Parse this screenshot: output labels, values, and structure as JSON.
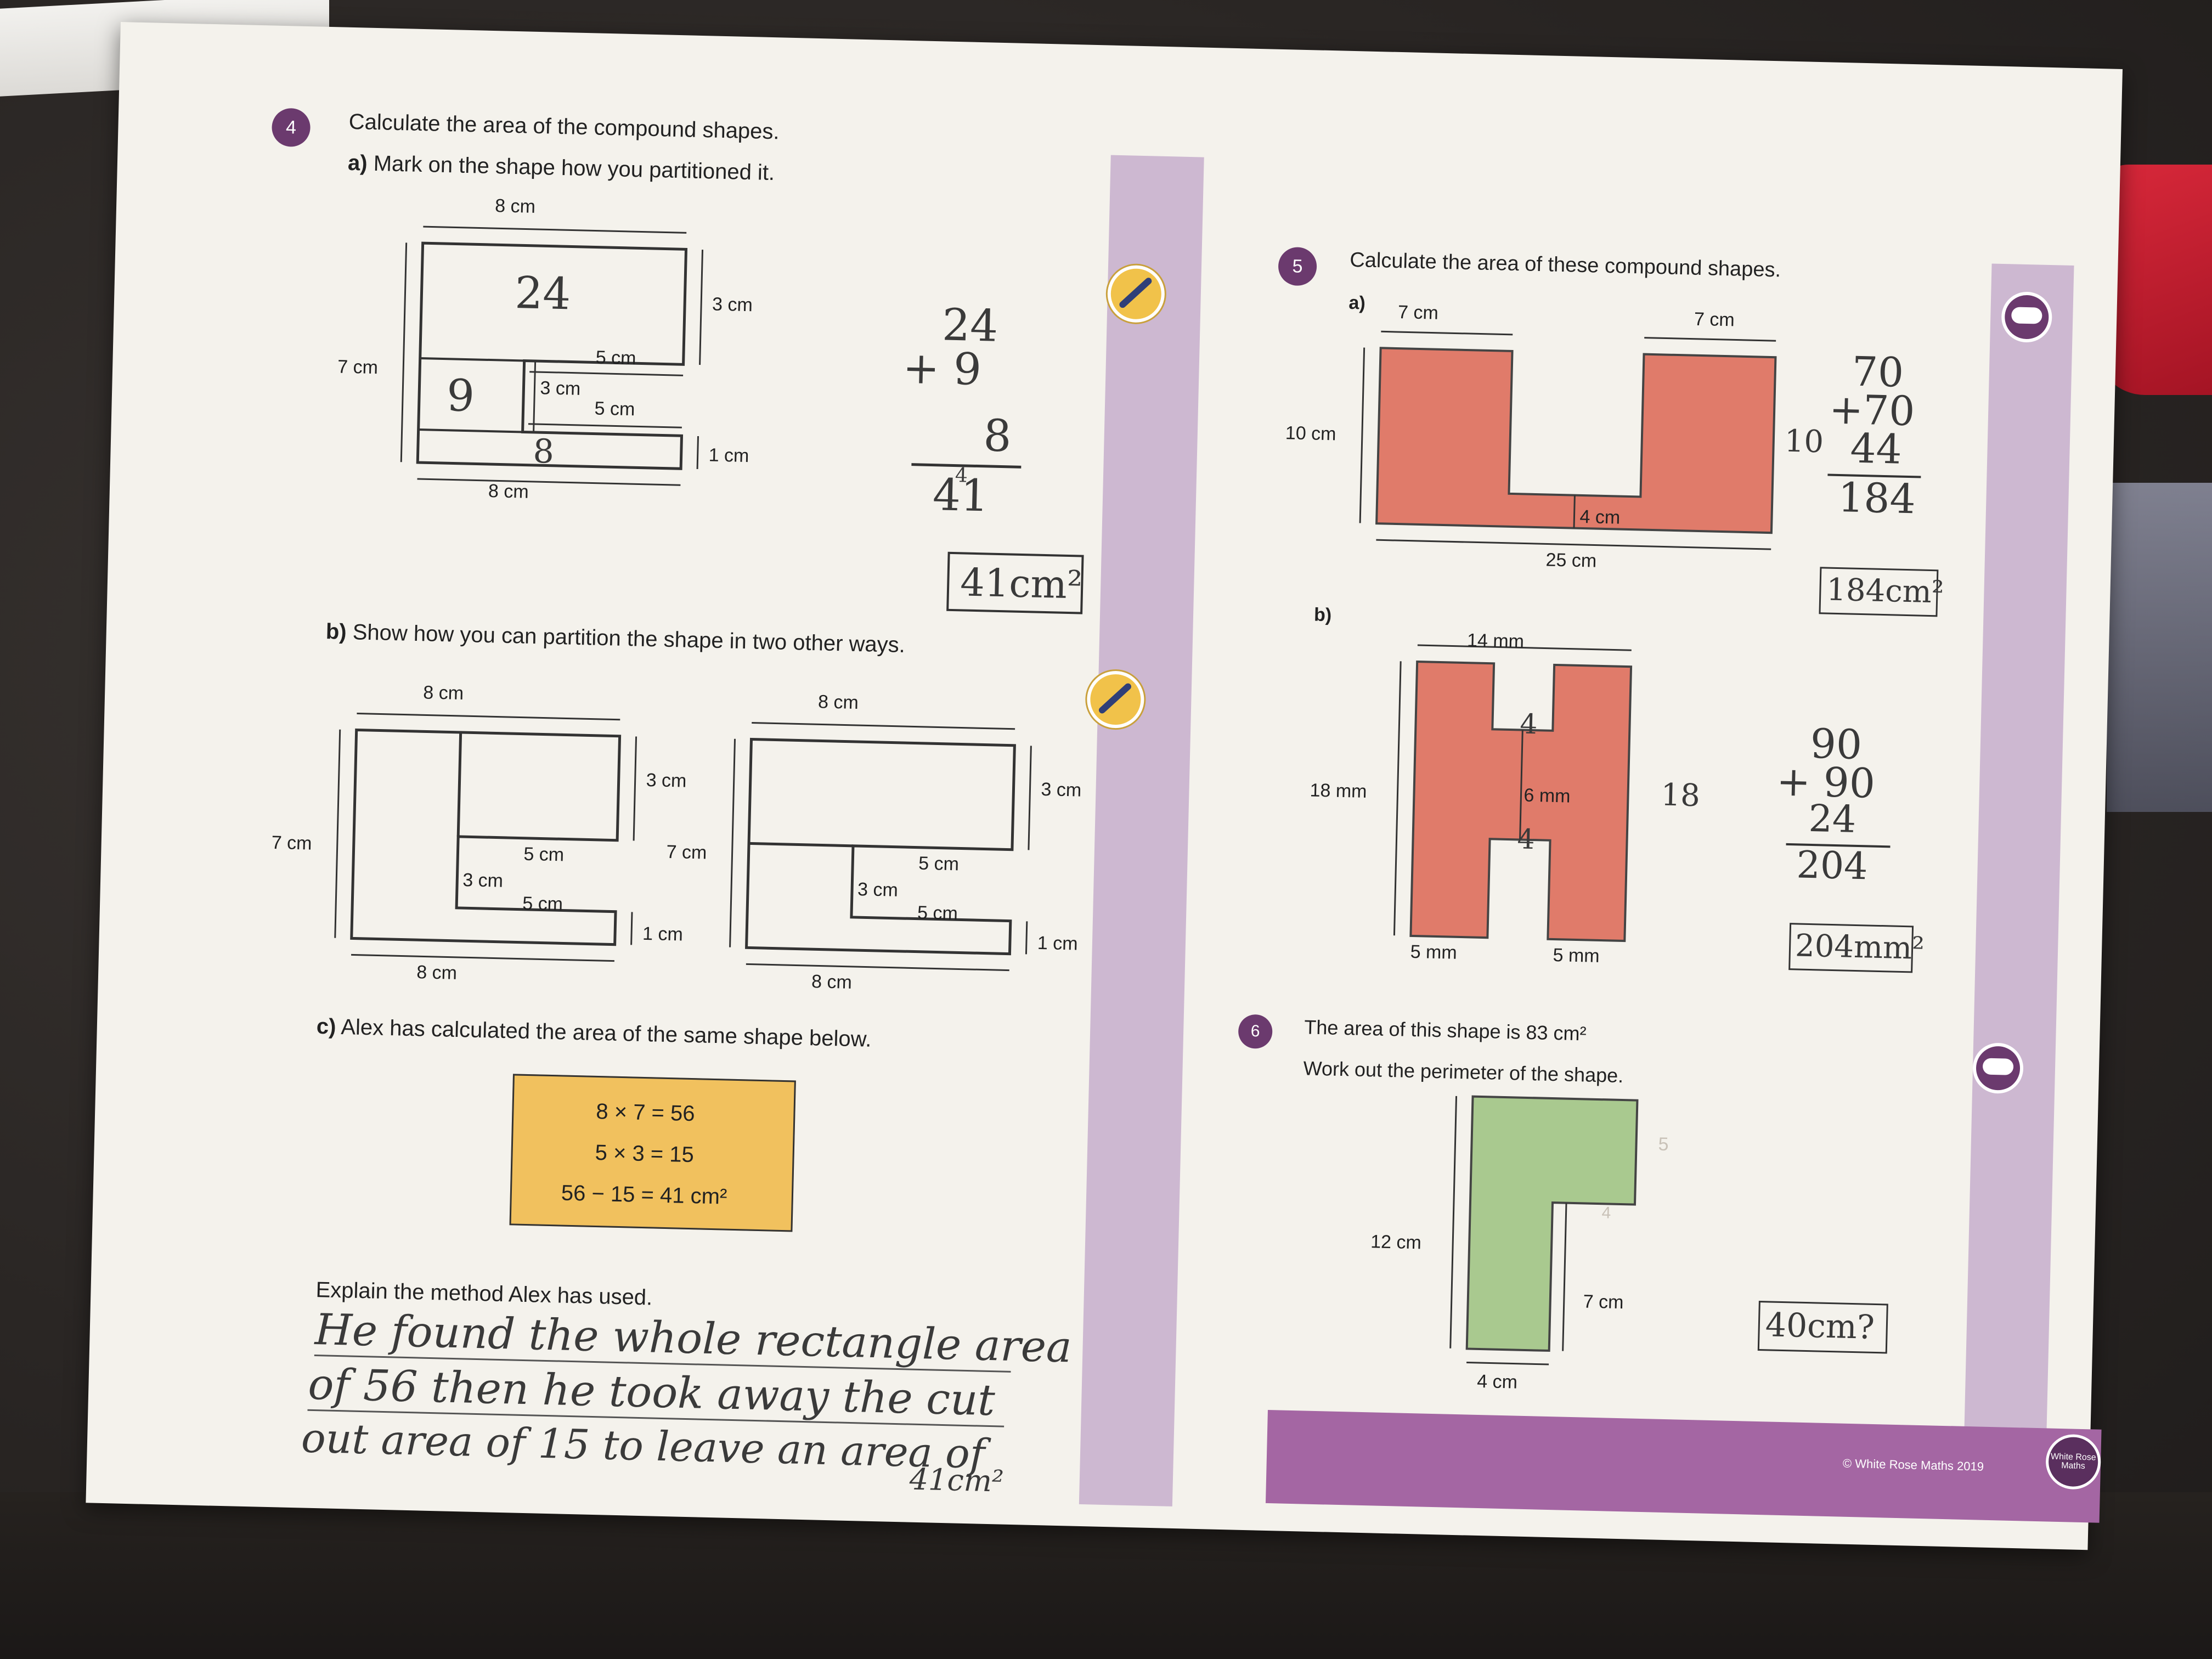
{
  "worksheet": {
    "q4": {
      "number": "4",
      "title": "Calculate the area of the compound shapes.",
      "part_a": {
        "prefix": "a)",
        "text": "Mark on the shape how you partitioned it."
      },
      "shape_a_labels": {
        "top": "8 cm",
        "left": "7 cm",
        "right_top": "3 cm",
        "inner_top": "5 cm",
        "inner_left": "3 cm",
        "inner_bottom": "5 cm",
        "right_bottom": "1 cm",
        "bottom": "8 cm"
      },
      "shape_a_marks": {
        "top_area": "24",
        "left_area": "9",
        "bottom_area": "8"
      },
      "working_a": {
        "l1": "24",
        "l2": "+ 9",
        "l3": "8",
        "l4": "41",
        "carry": "4"
      },
      "answer_a": "41cm²",
      "part_b": {
        "prefix": "b)",
        "text": "Show how you can partition the shape in two other ways."
      },
      "shape_b1_labels": {
        "top": "8 cm",
        "left": "7 cm",
        "right_top": "3 cm",
        "inner_top": "5 cm",
        "inner_left": "3 cm",
        "inner_bottom": "5 cm",
        "right_bottom": "1 cm",
        "bottom": "8 cm"
      },
      "shape_b2_labels": {
        "top": "8 cm",
        "left": "7 cm",
        "right_top": "3 cm",
        "inner_top": "5 cm",
        "inner_left": "3 cm",
        "inner_bottom": "5 cm",
        "right_bottom": "1 cm",
        "bottom": "8 cm"
      },
      "part_c": {
        "prefix": "c)",
        "text": "Alex has calculated the area of the same shape below."
      },
      "alex_card": {
        "l1": "8 × 7 = 56",
        "l2": "5 × 3 = 15",
        "l3": "56 − 15 = 41 cm²"
      },
      "explain_prompt": "Explain the method Alex has used.",
      "explain_answer": {
        "l1": "He found the whole rectangle area",
        "l2": "of 56 then he took away the cut",
        "l3": "out area of 15 to leave an area of",
        "l4": "41cm²"
      }
    },
    "q5": {
      "number": "5",
      "title": "Calculate the area of these compound shapes.",
      "part_a": {
        "prefix": "a)",
        "labels": {
          "top_left": "7 cm",
          "top_right": "7 cm",
          "left": "10 cm",
          "inner": "4 cm",
          "bottom": "25 cm"
        },
        "working": {
          "l1": "70",
          "l2": "+70",
          "l3": "44",
          "l4": "184",
          "side": "10"
        },
        "answer": "184cm²"
      },
      "part_b": {
        "prefix": "b)",
        "labels": {
          "top": "14 mm",
          "left": "18 mm",
          "inner": "6 mm",
          "bottom_left": "5 mm",
          "bottom_right": "5 mm"
        },
        "marks": {
          "top": "4",
          "bottom": "4",
          "side": "18"
        },
        "working": {
          "l1": "90",
          "l2": "+ 90",
          "l3": "24",
          "l4": "204"
        },
        "answer": "204mm²"
      }
    },
    "q6": {
      "number": "6",
      "line1": "The area of this shape is 83 cm²",
      "line2": "Work out the perimeter of the shape.",
      "labels": {
        "left": "12 cm",
        "inner": "7 cm",
        "bottom": "4 cm"
      },
      "faint_marks": {
        "a": "5",
        "b": "4"
      },
      "answer": "40cm?"
    },
    "footer": {
      "copyright": "© White Rose Maths 2019",
      "logo": "White Rose Maths"
    }
  },
  "colors": {
    "shape_red": "#e07b6a",
    "shape_green": "#a9c98f",
    "card_yellow": "#f1c15e",
    "lilac": "#cdb8d1",
    "purple": "#a466a3",
    "badge": "#6b3a6e"
  },
  "icons": {
    "pencil": "pencil-icon",
    "thought": "thought-cloud-icon"
  }
}
